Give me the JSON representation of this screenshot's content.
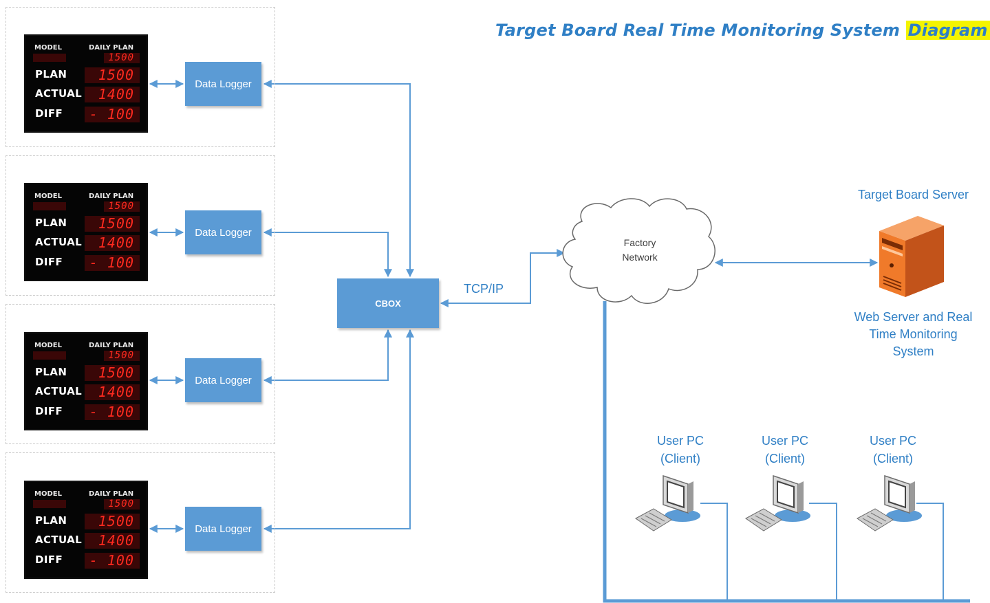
{
  "title": {
    "main": "Target Board Real Time Monitoring System",
    "highlight": "Diagram"
  },
  "boards": [
    {
      "model_label": "MODEL",
      "daily_plan_label": "DAILY PLAN",
      "daily_plan_value": "1500",
      "plan_label": "PLAN",
      "plan_value": "1500",
      "actual_label": "ACTUAL",
      "actual_value": "1400",
      "diff_label": "DIFF",
      "diff_value": "- 100"
    },
    {
      "model_label": "MODEL",
      "daily_plan_label": "DAILY PLAN",
      "daily_plan_value": "1500",
      "plan_label": "PLAN",
      "plan_value": "1500",
      "actual_label": "ACTUAL",
      "actual_value": "1400",
      "diff_label": "DIFF",
      "diff_value": "- 100"
    },
    {
      "model_label": "MODEL",
      "daily_plan_label": "DAILY PLAN",
      "daily_plan_value": "1500",
      "plan_label": "PLAN",
      "plan_value": "1500",
      "actual_label": "ACTUAL",
      "actual_value": "1400",
      "diff_label": "DIFF",
      "diff_value": "- 100"
    },
    {
      "model_label": "MODEL",
      "daily_plan_label": "DAILY PLAN",
      "daily_plan_value": "1500",
      "plan_label": "PLAN",
      "plan_value": "1500",
      "actual_label": "ACTUAL",
      "actual_value": "1400",
      "diff_label": "DIFF",
      "diff_value": "- 100"
    }
  ],
  "loggers": [
    {
      "label": "Data Logger"
    },
    {
      "label": "Data Logger"
    },
    {
      "label": "Data Logger"
    },
    {
      "label": "Data Logger"
    }
  ],
  "cbox": {
    "label": "CBOX"
  },
  "link": {
    "label": "TCP/IP"
  },
  "network": {
    "line1": "Factory",
    "line2": "Network"
  },
  "server": {
    "name": "Target Board Server",
    "desc_line1": "Web Server and Real",
    "desc_line2": "Time Monitoring",
    "desc_line3": "System"
  },
  "clients": [
    {
      "line1": "User PC",
      "line2": "(Client)"
    },
    {
      "line1": "User PC",
      "line2": "(Client)"
    },
    {
      "line1": "User PC",
      "line2": "(Client)"
    }
  ],
  "colors": {
    "accent": "#5b9bd5",
    "line": "#5b9bd5",
    "title": "#2f7fc5",
    "highlight": "#f4f400",
    "led": "#ff2a1f",
    "server": "#f07a2a"
  }
}
